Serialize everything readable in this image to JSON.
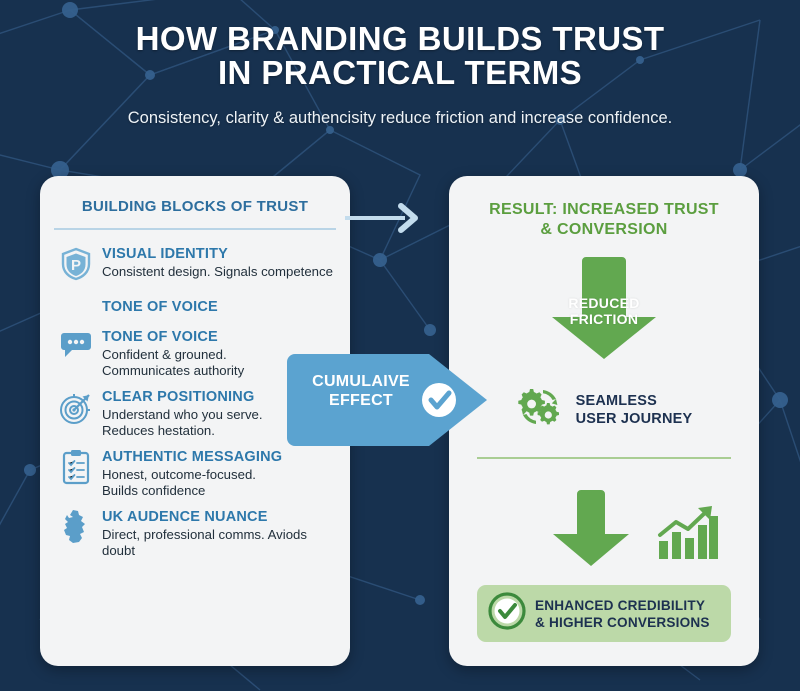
{
  "header": {
    "title_line1": "HOW BRANDING BUILDS TRUST",
    "title_line2": "IN PRACTICAL TERMS",
    "subtitle": "Consistency, clarity & authencisity reduce friction and increase confidence."
  },
  "colors": {
    "background_navy": "#17314f",
    "card_bg": "#f3f4f5",
    "accent_blue": "#2d78ab",
    "arrow_blue": "#5ba3d0",
    "accent_green": "#6aa84f",
    "dark_text": "#1d3150",
    "pill_green": "#bcd9a8"
  },
  "left_card": {
    "heading": "BUILDING BLOCKS OF TRUST",
    "orphan_label": "TONE OF VOICE",
    "items": [
      {
        "icon": "shield-p-icon",
        "title": "VISUAL IDENTITY",
        "desc": "Consistent design. Signals competence"
      },
      {
        "icon": "speech-bubble-icon",
        "title": "TONE OF VOICE",
        "desc": "Confident & grouned.\nCommunicates authority"
      },
      {
        "icon": "target-arrow-icon",
        "title": "CLEAR POSITIONING",
        "desc": "Understand who you serve.\nReduces hestation."
      },
      {
        "icon": "clipboard-checklist-icon",
        "title": "AUTHENTIC MESSAGING",
        "desc": "Honest, outcome-focused.\nBuilds confidence"
      },
      {
        "icon": "uk-map-icon",
        "title": "UK AUDENCE NUANCE",
        "desc": "Direct, professional comms. Aviods doubt"
      }
    ]
  },
  "connector": {
    "top_arrow_icon": "arrow-right-icon",
    "cumulative_label_line1": "CUMULAIVE",
    "cumulative_label_line2": "EFFECT",
    "check_icon": "check-circle-icon"
  },
  "right_card": {
    "heading_line1": "RESULT: INCREASED TRUST",
    "heading_line2": "& CONVERSION",
    "reduced_arrow": {
      "icon": "arrow-down-icon",
      "label_line1": "REDUCED",
      "label_line2": "FRICTION"
    },
    "seamless": {
      "icon": "gears-icon",
      "label_line1": "SEAMLESS",
      "label_line2": "USER JOURNEY"
    },
    "growth": {
      "arrow_icon": "arrow-down-icon",
      "chart_icon": "growth-bar-chart-icon"
    },
    "outcome_pill": {
      "icon": "check-circle-icon",
      "label_line1": "ENHANCED CREDIBILITY",
      "label_line2": "& HIGHER CONVERSIONS"
    }
  }
}
